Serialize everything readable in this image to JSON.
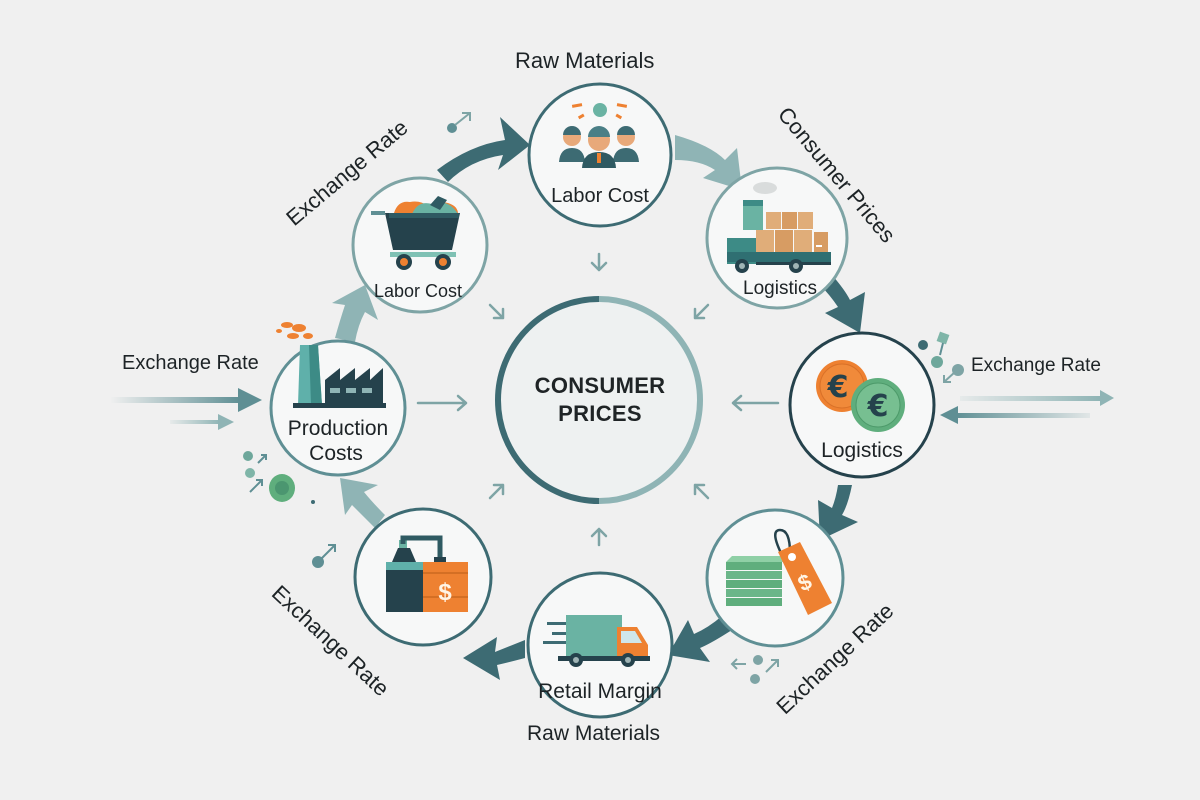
{
  "center": {
    "line1": "CONSUMER",
    "line2": "PRICES"
  },
  "nodes": {
    "top": {
      "label": "Labor Cost",
      "icon": "workers-icon"
    },
    "top_left": {
      "label": "Labor Cost",
      "icon": "shopping-cart-icon"
    },
    "top_right": {
      "label": "Logistics",
      "icon": "delivery-truck-boxes-icon"
    },
    "left": {
      "label_line1": "Production",
      "label_line2": "Costs",
      "icon": "factory-icon"
    },
    "right": {
      "label": "Logistics",
      "icon": "euro-coins-icon"
    },
    "bottom_left": {
      "icon": "machine-dollar-crate-icon"
    },
    "bottom": {
      "label": "Retail Margin",
      "icon": "fast-truck-icon"
    },
    "bottom_right": {
      "icon": "money-price-tag-icon"
    }
  },
  "outer_labels": {
    "top": "Raw Materials",
    "top_left": "Exchange Rate",
    "top_right": "Consumer Prices",
    "left": "Exchange Rate",
    "right": "Exchange Rate",
    "bottom_left": "Exchange Rate",
    "bottom_right": "Exchange Rate",
    "bottom": "Raw Materials"
  },
  "colors": {
    "background": "#f0f0f0",
    "dark_teal": "#3d6b73",
    "mid_teal": "#5f8f94",
    "light_teal": "#8fb4b5",
    "orange": "#ee8131",
    "green": "#5fae7d",
    "tan": "#e0ad79",
    "navy": "#25424c"
  }
}
